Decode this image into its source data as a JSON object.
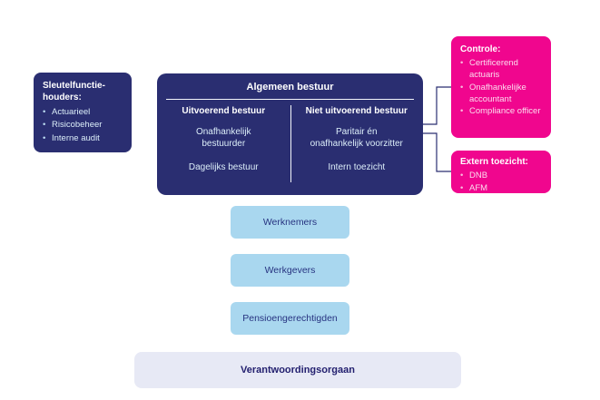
{
  "colors": {
    "navy": "#2a2e71",
    "magenta": "#f0068e",
    "light_blue": "#a9d7ef",
    "lavender": "#e7e9f5",
    "light_text_on_navy": "#dceef9",
    "light_text_on_pink": "#fbdcee"
  },
  "key_functions": {
    "title": "Sleutelfunctie-\nhouders:",
    "items": [
      "Actuarieel",
      "Risicobeheer",
      "Interne audit"
    ]
  },
  "board": {
    "title": "Algemeen bestuur",
    "columns": [
      {
        "header": "Uitvoerend bestuur",
        "items": [
          "Onafhankelijk\nbestuurder",
          "Dagelijks bestuur"
        ]
      },
      {
        "header": "Niet uitvoerend bestuur",
        "items": [
          "Paritair én\nonafhankelijk voorzitter",
          "Intern toezicht"
        ]
      }
    ]
  },
  "control": {
    "title": "Controle:",
    "items": [
      "Certificerend actuaris",
      "Onafhankelijke accountant",
      "Compliance officer"
    ]
  },
  "external_supervision": {
    "title": "Extern toezicht:",
    "items": [
      "DNB",
      "AFM"
    ]
  },
  "stakeholders": [
    "Werknemers",
    "Werkgevers",
    "Pensioengerechtigden"
  ],
  "accountability": {
    "label": "Verantwoordingsorgaan"
  }
}
